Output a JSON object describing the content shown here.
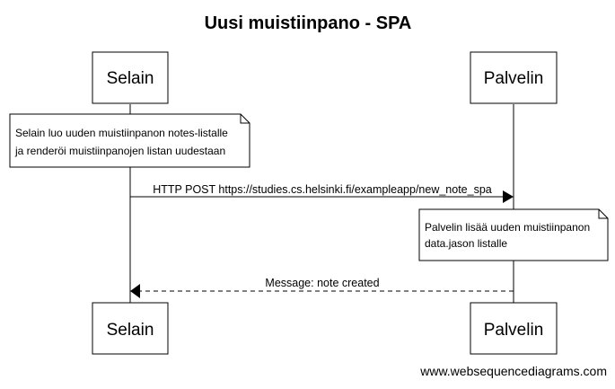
{
  "diagram": {
    "title": "Uusi muistiinpano - SPA",
    "participants": [
      {
        "id": "selain",
        "label": "Selain"
      },
      {
        "id": "palvelin",
        "label": "Palvelin"
      }
    ],
    "notes": [
      {
        "over": "selain",
        "lines": [
          "Selain luo uuden muistiinpanon notes-listalle",
          "ja renderöi muistiinpanojen listan uudestaan"
        ]
      },
      {
        "over": "palvelin",
        "lines": [
          "Palvelin lisää uuden muistiinpanon",
          "data.jason listalle"
        ]
      }
    ],
    "messages": [
      {
        "from": "selain",
        "to": "palvelin",
        "label": "HTTP POST https://studies.cs.helsinki.fi/exampleapp/new_note_spa",
        "style": "solid"
      },
      {
        "from": "palvelin",
        "to": "selain",
        "label": "Message: note created",
        "style": "dashed"
      }
    ],
    "footer": "www.websequencediagrams.com"
  }
}
